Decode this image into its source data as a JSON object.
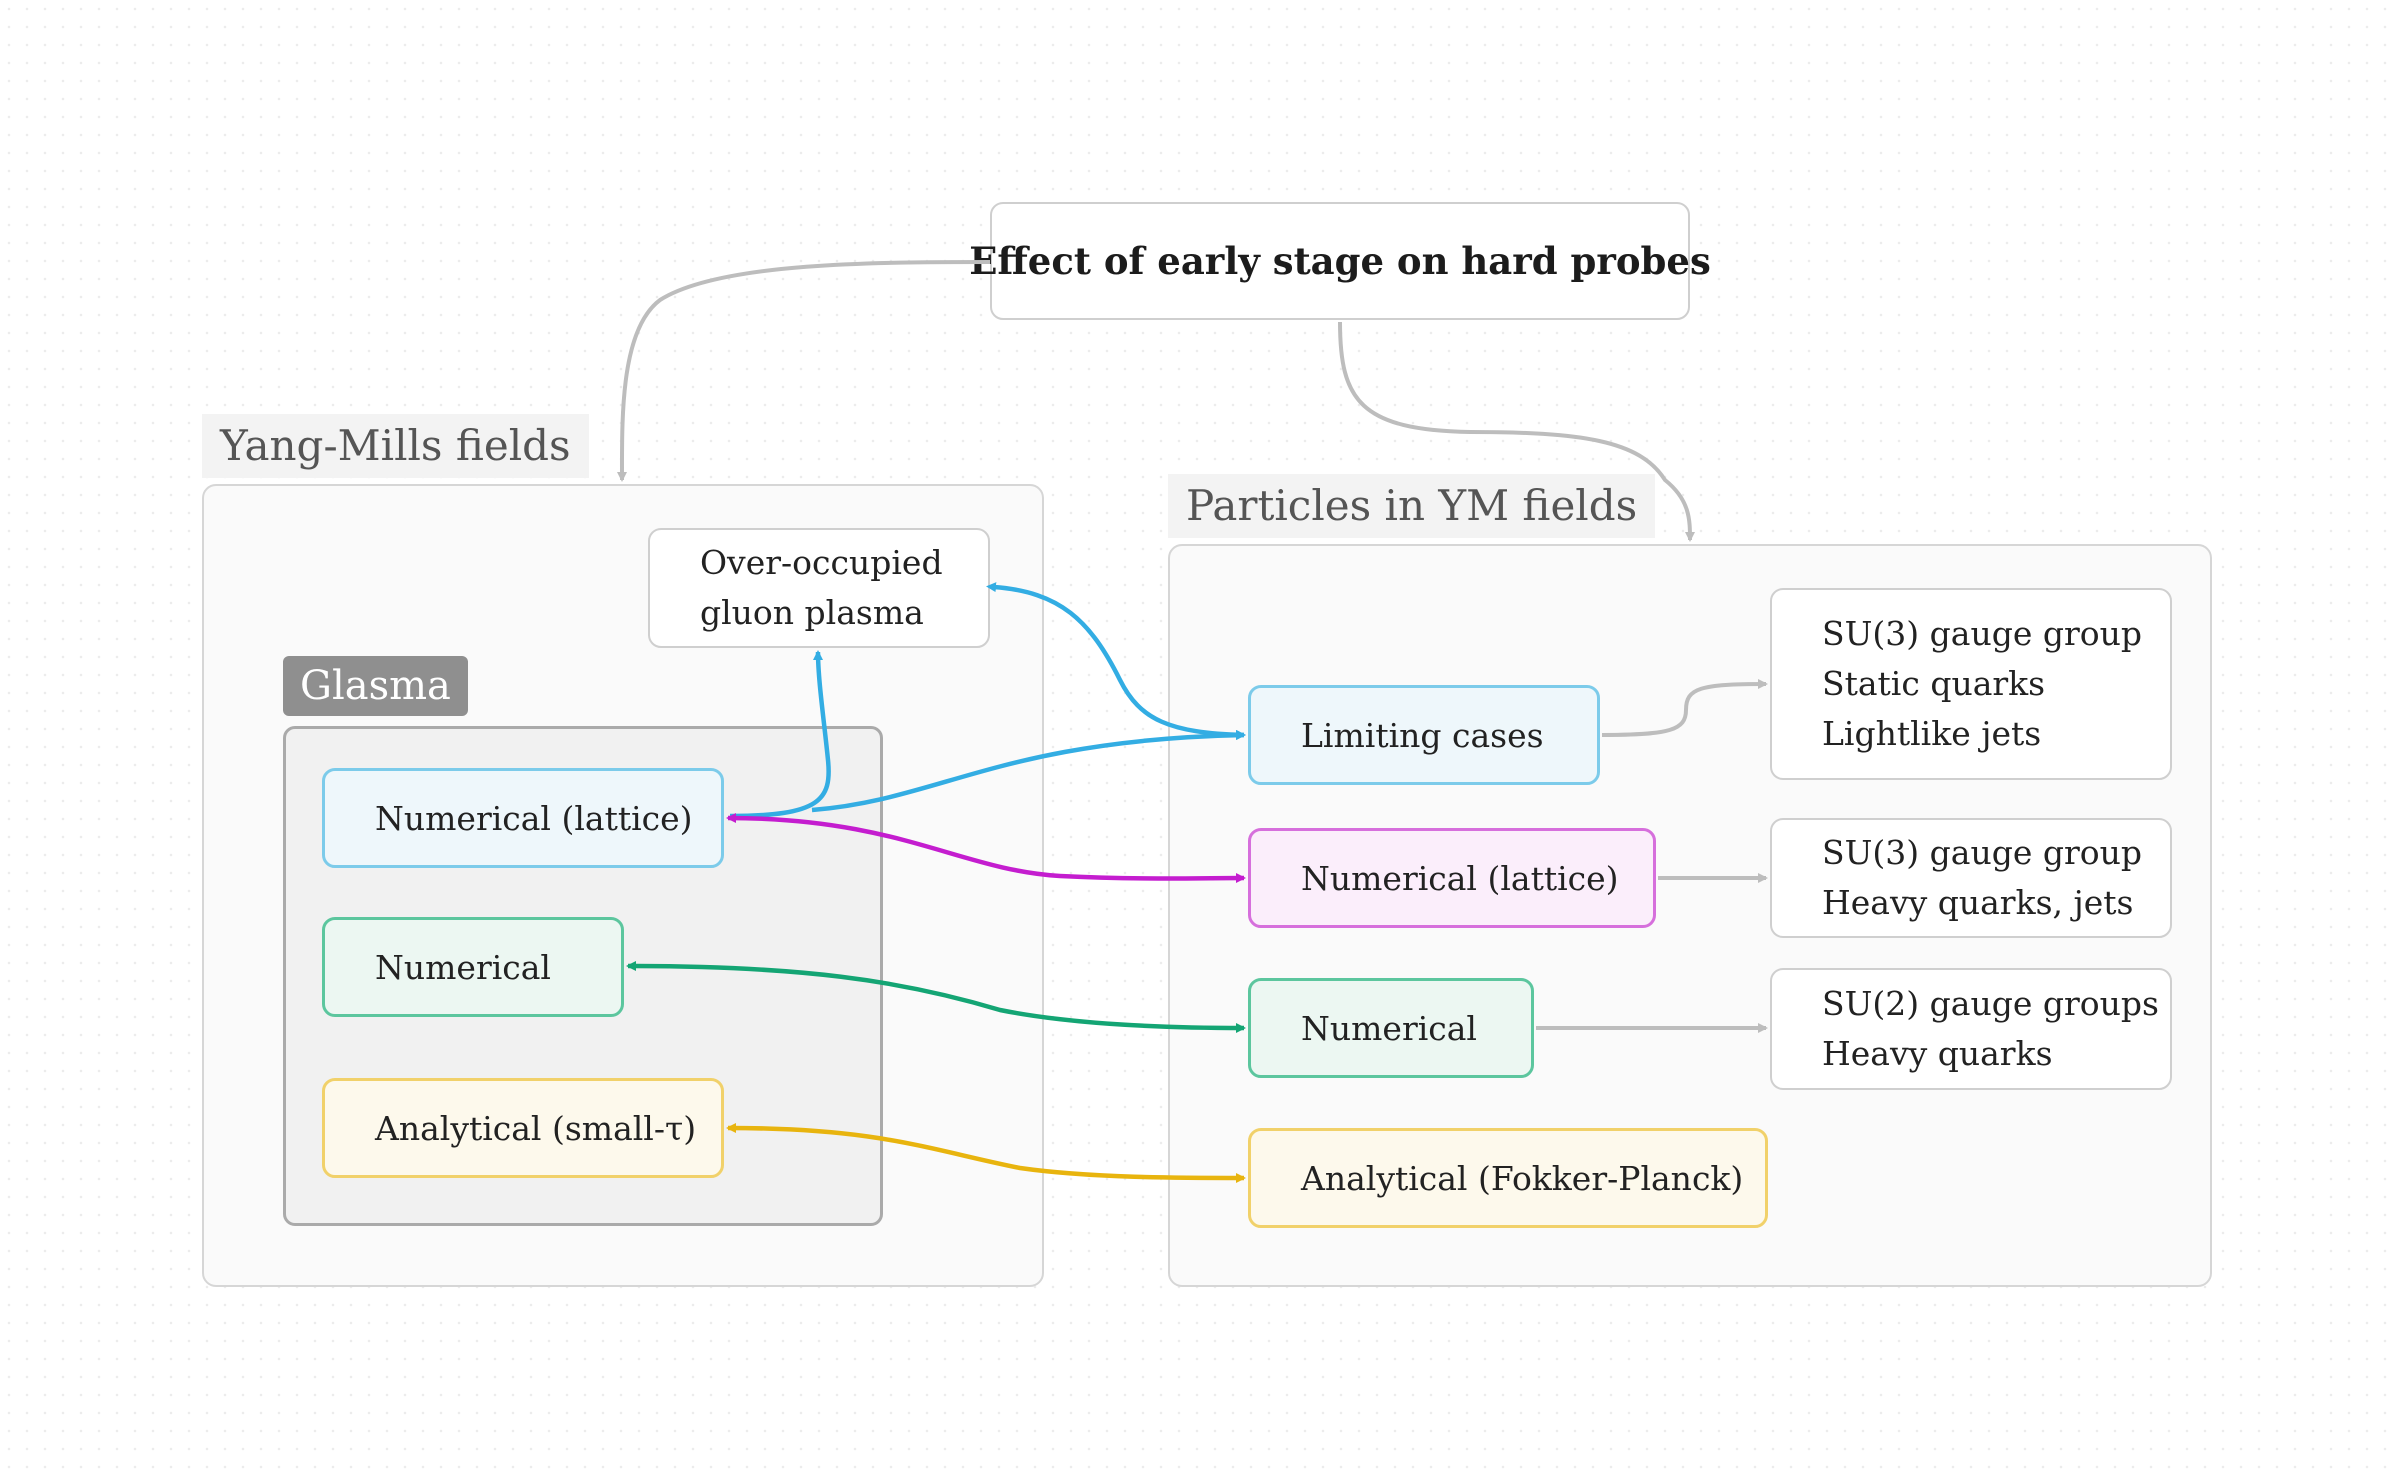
{
  "title": "Effect of early stage on hard probes",
  "groups": {
    "yang_mills": "Yang-Mills fields",
    "particles": "Particles in YM fields",
    "glasma": "Glasma"
  },
  "nodes": {
    "gluon_plasma": [
      "Over-occupied",
      "gluon plasma"
    ],
    "glasma_lattice": "Numerical (lattice)",
    "glasma_numerical": "Numerical",
    "glasma_analytical": "Analytical (small-τ)",
    "limiting_cases": "Limiting cases",
    "particles_lattice": "Numerical (lattice)",
    "particles_numerical": "Numerical",
    "particles_analytical": "Analytical (Fokker-Planck)",
    "details_limiting": [
      "SU(3) gauge group",
      "Static quarks",
      "Lightlike jets"
    ],
    "details_lattice": [
      "SU(3) gauge group",
      "Heavy quarks, jets"
    ],
    "details_numerical": [
      "SU(2) gauge groups",
      "Heavy quarks"
    ]
  },
  "colors": {
    "blue": "#33ade3",
    "magenta": "#c41dcf",
    "green": "#14a574",
    "yellow": "#e8b40e",
    "grey": "#bdbdbd"
  }
}
